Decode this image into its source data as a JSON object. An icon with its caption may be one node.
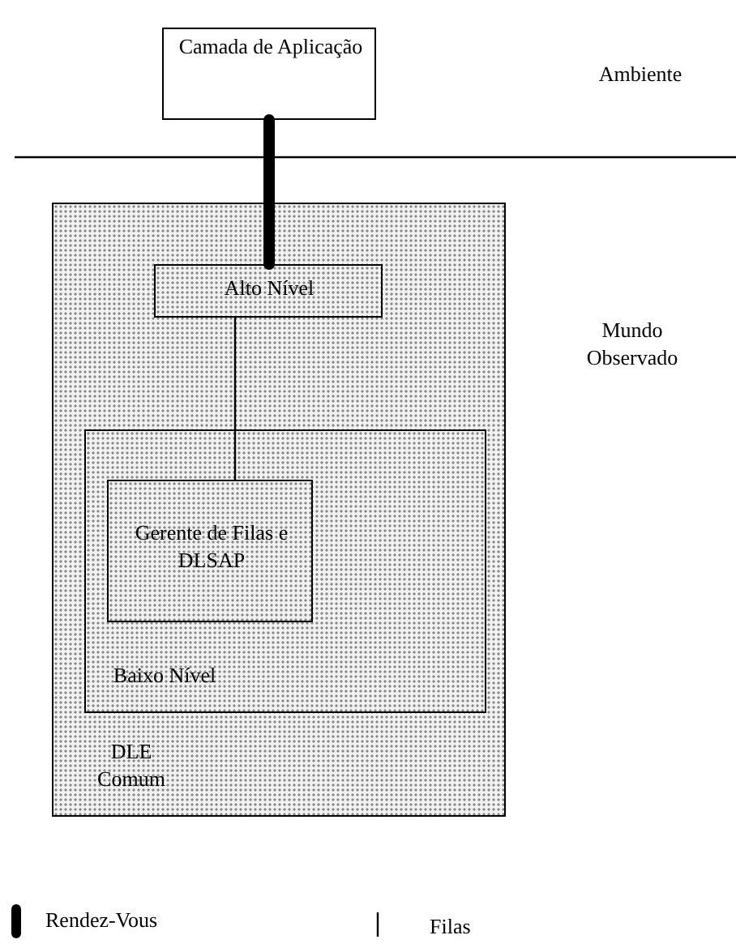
{
  "diagram": {
    "nodes": [
      {
        "text": [
          "Camada de Aplicação"
        ]
      },
      {
        "text": [
          "DLE Comum"
        ]
      },
      {
        "text": [
          "Alto Nível"
        ],
        "in": 1
      },
      {
        "text": [
          "Baixo Nível"
        ],
        "in": 1
      },
      {
        "text": [
          "Gerente de Filas e DLSAP"
        ],
        "in": 3
      }
    ],
    "edges": [
      {
        "from": 0,
        "to": 2,
        "arrow": "none",
        "style": "thick"
      },
      {
        "from": 2,
        "to": 4,
        "arrow": "none"
      }
    ],
    "labels": [
      "Ambiente",
      "Mundo Observado"
    ],
    "legend": [
      {
        "text": "Rendez-Vous"
      },
      {
        "text": "Filas"
      }
    ]
  }
}
